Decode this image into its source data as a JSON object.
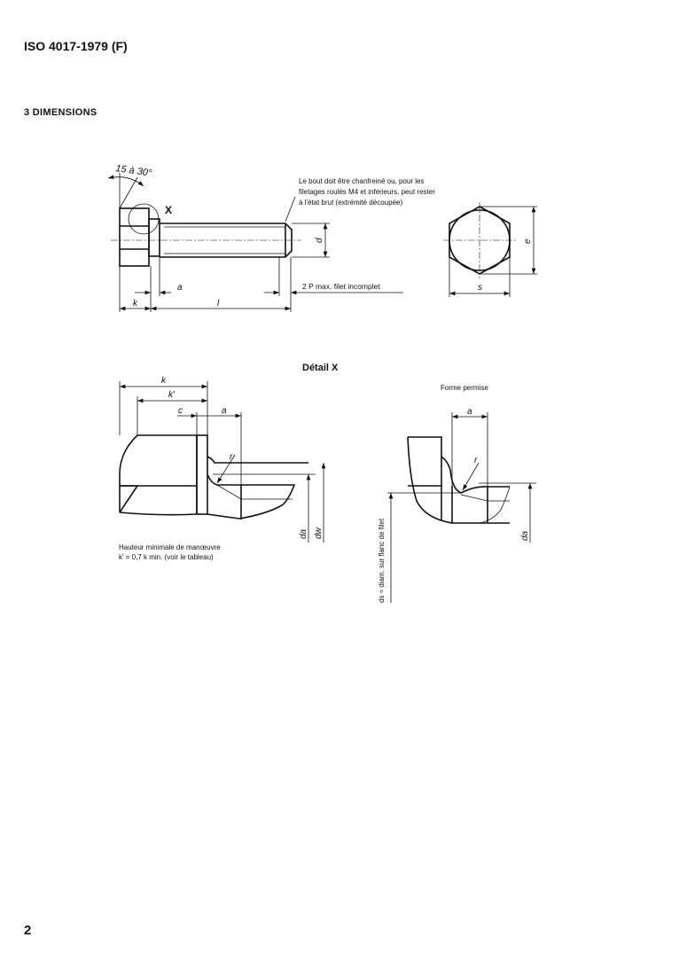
{
  "header": {
    "standard": "ISO 4017-1979 (F)"
  },
  "section": {
    "title": "3  DIMENSIONS"
  },
  "figure_main": {
    "angle_label": "15 à 30°",
    "detail_marker": "X",
    "note_lines": [
      "Le bout doit être chanfreiné ou, pour les",
      "filetages roulés M4 et inférieurs, peut rester",
      "à l'état brut (extrémité découpée)"
    ],
    "dim_d": "d",
    "dim_e": "e",
    "dim_s": "s",
    "dim_a": "a",
    "dim_k": "k",
    "dim_l": "l",
    "incomplete_thread": "2 P max. filet incomplet"
  },
  "detail": {
    "title": "Détail X",
    "dim_k": "k",
    "dim_k_prime": "k'",
    "dim_c": "c",
    "dim_a": "a",
    "dim_r": "r",
    "dim_da": "da",
    "dim_dw": "dw",
    "caption_lines": [
      "Hauteur minimale de manœuvre",
      "k' = 0,7 k min. (voir le tableau)"
    ]
  },
  "permitted_form": {
    "title": "Forme permise",
    "dim_a": "a",
    "dim_r": "r",
    "dim_da": "da",
    "ds_label": "ds ≈ diam. sur flanc de filet"
  },
  "footer": {
    "page_number": "2"
  }
}
